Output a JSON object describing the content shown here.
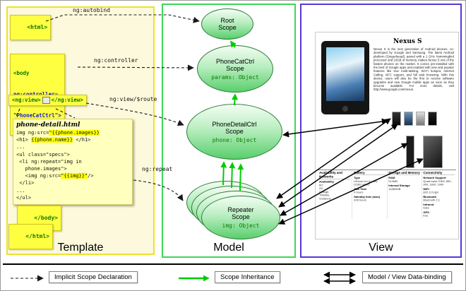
{
  "diagram": {
    "columns": {
      "template_label": "Template",
      "model_label": "Model",
      "view_label": "View"
    },
    "template": {
      "html_open": "<html>",
      "body_open": [
        "<body",
        "ng:controller=",
        "\"PhoneCatCtrl\">"
      ],
      "ng_view": {
        "open": "<ng:view>",
        "close": "</ng:view>"
      },
      "body_close": "</body>",
      "html_close": "</html>",
      "annotations": {
        "autobind": "ng:autobind",
        "controller": "ng:controller",
        "view_route": "ng:view/$route",
        "repeat": "ng:repeat"
      },
      "note": {
        "title": "phone-detail.html",
        "lines": [
          [
            {
              "t": "img ng:src="
            },
            {
              "t": "\"{{phone.images}}",
              "h": 1
            }
          ],
          [
            {
              "t": "<h1> "
            },
            {
              "t": "{{phone.name}}",
              "h": 1
            },
            {
              "t": " </h1>"
            }
          ],
          [
            {
              "t": "..."
            }
          ],
          [
            {
              "t": "<ul class=\"specs\">"
            }
          ],
          [
            {
              "t": " <li ng:repeat=\"img in"
            }
          ],
          [
            {
              "t": "   phone.images\">"
            }
          ],
          [
            {
              "t": "   <img ng:src="
            },
            {
              "t": "\"{{img}}\"",
              "h": 1
            },
            {
              "t": "/>"
            }
          ],
          [
            {
              "t": " </li>"
            }
          ],
          [
            {
              "t": "..."
            }
          ],
          [
            {
              "t": "</ul>"
            }
          ]
        ]
      }
    },
    "model": {
      "root": {
        "line1": "Root",
        "line2": "Scope"
      },
      "phonecat": {
        "line1": "PhoneCatCtrl",
        "line2": "Scope",
        "code": "params: Object"
      },
      "phonedetail": {
        "line1": "PhoneDetailCtrl",
        "line2": "Scope",
        "code": "phone: Object"
      },
      "repeater": {
        "line1": "Repeater",
        "line2": "Scope",
        "code": "img: Object"
      }
    },
    "view": {
      "title": "Nexus S",
      "description": "Nexus S is the next generation of Android devices, co-developed by Google and Samsung. The latest Android platform (Gingerbread), paired with a 1 GHz Hummingbird processor and 16GB of memory, makes Nexus S one of the fastest phones on the market. It comes pre-installed with the best of Google apps and enabled with new and popular features like true multi-tasking, Wi-Fi hotspot, Internet Calling, NFC support, and full web browsing. With this device, users will also be the first to receive software upgrades and new Google mobile apps as soon as they become available. For more details, visit http://www.google.com/nexus.",
      "specs": [
        {
          "header": "Availability and Networks",
          "items": [
            {
              "b": 1,
              "t": "Availability"
            },
            {
              "t": "M7,"
            },
            {
              "t": "O2,"
            },
            {
              "t": "Orange,"
            },
            {
              "t": "TMobile,"
            },
            {
              "t": "Vodafone"
            }
          ]
        },
        {
          "header": "Battery",
          "items": [
            {
              "b": 1,
              "t": "Type"
            },
            {
              "t": "Lithium Ion (Li-Ion) (1500 mAH)"
            },
            {
              "b": 1,
              "t": "Talk Time"
            },
            {
              "t": "6 hours"
            },
            {
              "b": 1,
              "t": "Standby time (max)"
            },
            {
              "t": "428 hours"
            }
          ]
        },
        {
          "header": "Storage and Memory",
          "items": [
            {
              "b": 1,
              "t": "RAM"
            },
            {
              "t": "512MB"
            },
            {
              "b": 1,
              "t": "Internal Storage"
            },
            {
              "t": "16384MB"
            }
          ]
        },
        {
          "header": "Connectivity",
          "items": [
            {
              "b": 1,
              "t": "Network Support"
            },
            {
              "t": "Quad-band GSM: 850, 900, 1800, 1900"
            },
            {
              "b": 1,
              "t": "WiFi"
            },
            {
              "t": "802.11 b/g/n"
            },
            {
              "b": 1,
              "t": "Bluetooth"
            },
            {
              "t": "Bluetooth 2.1"
            },
            {
              "b": 1,
              "t": "Infrared"
            },
            {
              "t": "false"
            },
            {
              "b": 1,
              "t": "GPS"
            },
            {
              "t": "true"
            }
          ]
        }
      ]
    },
    "legend": {
      "implicit": "Implicit Scope Declaration",
      "inheritance": "Scope Inheritance",
      "binding": "Model / View Data-binding"
    },
    "colors": {
      "template_border": "#ece22e",
      "model_border": "#3ed65a",
      "view_border": "#5936d9",
      "scope_green": "#59cf6c",
      "highlight": "#ffff00",
      "arrow_green": "#00cc00"
    }
  }
}
